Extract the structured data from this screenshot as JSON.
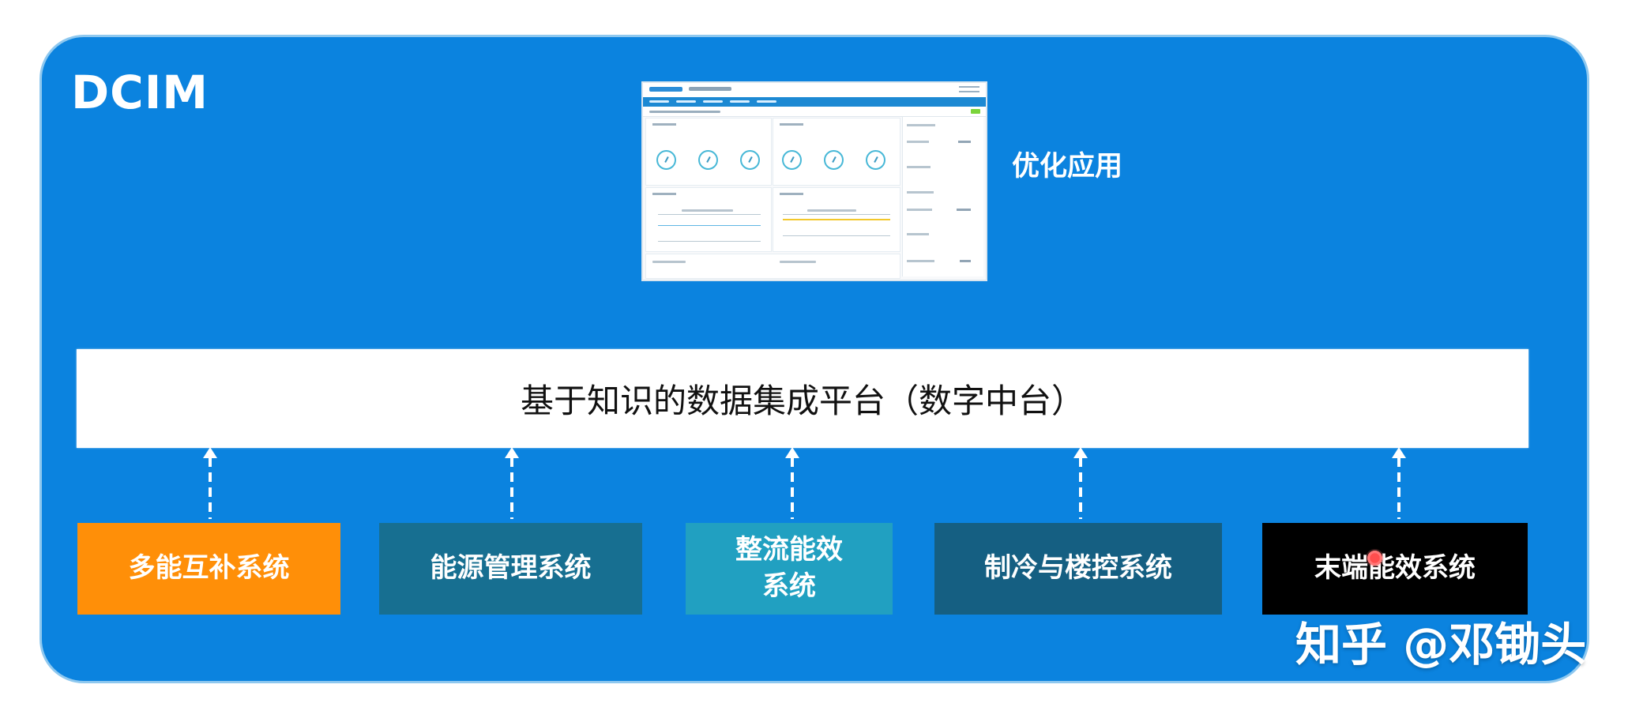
{
  "diagram": {
    "title": "DCIM",
    "top_application_label": "优化应用",
    "platform_label": "基于知识的数据集成平台（数字中台）",
    "systems": [
      {
        "label": "多能互补系统",
        "color": "#ff8f08"
      },
      {
        "label": "能源管理系统",
        "color": "#176f91"
      },
      {
        "label": "整流能效\n系统",
        "color": "#21a0c1"
      },
      {
        "label": "制冷与楼控系统",
        "color": "#155f82"
      },
      {
        "label": "末端能效系统",
        "color": "#000000"
      }
    ]
  },
  "colors": {
    "panel": "#0b83df",
    "platform": "#ffffff",
    "text": "#111111"
  },
  "watermark": "知乎 @邓锄头"
}
